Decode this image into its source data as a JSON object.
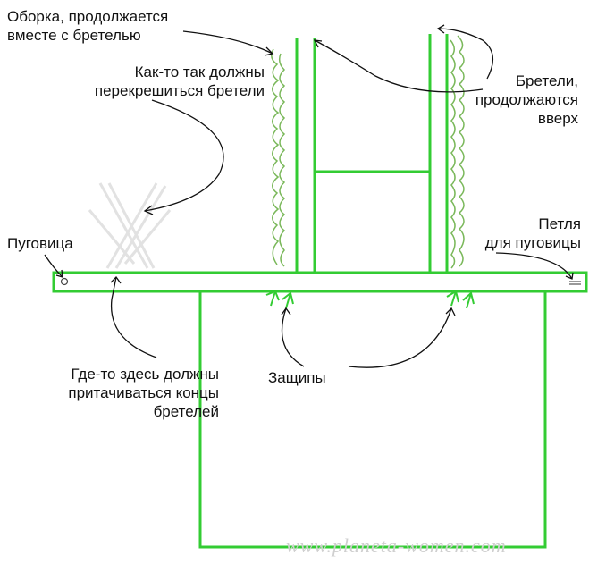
{
  "colors": {
    "line": "#33cc33",
    "ruffle": "#6dbf4a",
    "strap_ghost": "#e6e6e6",
    "text": "#111111",
    "arrow": "#111111"
  },
  "labels": {
    "ruffle": [
      "Оборка, продолжается",
      "вместе с бретелью"
    ],
    "cross": [
      "Как-то так должны",
      "перекрешиться бретели"
    ],
    "straps_up": [
      "Бретели,",
      "продолжаются",
      "вверх"
    ],
    "button": "Пуговица",
    "loop": [
      "Петля",
      "для пуговицы"
    ],
    "strap_ends": [
      "Где-то здесь должны",
      "притачиваться концы",
      "бретелей"
    ],
    "pleats": "Защипы"
  },
  "watermark": "www.planeta-women.com"
}
